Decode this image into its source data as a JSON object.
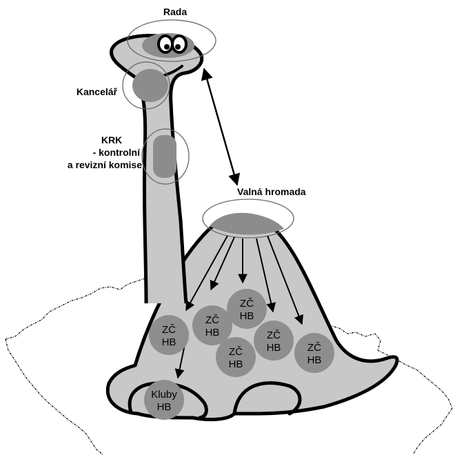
{
  "labels": {
    "rada": "Rada",
    "kancelar": "Kancelář",
    "krk_line1": "KRK",
    "krk_line2": "- kontrolní",
    "krk_line3": "a revizní komise",
    "valna_hromada": "Valná hromada"
  },
  "units": [
    {
      "line1": "ZČ",
      "line2": "HB"
    },
    {
      "line1": "ZČ",
      "line2": "HB"
    },
    {
      "line1": "ZČ",
      "line2": "HB"
    },
    {
      "line1": "ZČ",
      "line2": "HB"
    },
    {
      "line1": "ZČ",
      "line2": "HB"
    },
    {
      "line1": "ZČ",
      "line2": "HB"
    }
  ],
  "kluby": {
    "line1": "Kluby",
    "line2": "HB"
  },
  "colors": {
    "body_fill": "#c8c8c8",
    "highlight_fill": "#8c8c8c",
    "unit_fill": "#8e8e8e",
    "outline": "#000000",
    "map_outline": "#000000"
  }
}
